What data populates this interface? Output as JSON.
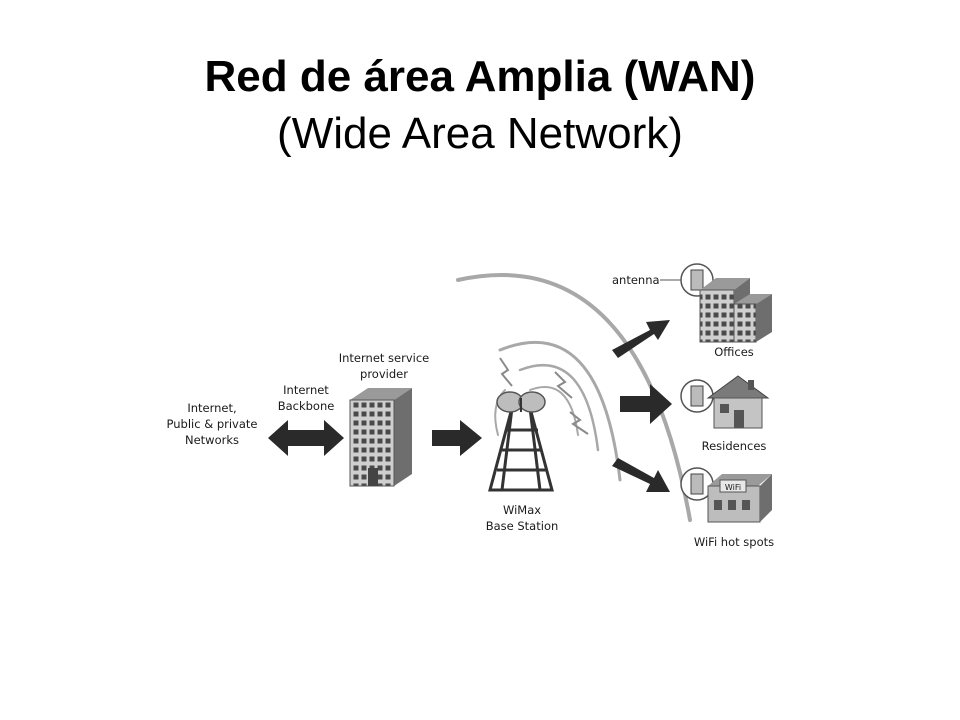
{
  "slide": {
    "title": "Red de área Amplia (WAN)",
    "subtitle": "(Wide Area Network)"
  },
  "diagram": {
    "labels": {
      "internet_line1": "Internet,",
      "internet_line2": "Public & private",
      "internet_line3": "Networks",
      "backbone_line1": "Internet",
      "backbone_line2": "Backbone",
      "isp_line1": "Internet service",
      "isp_line2": "provider",
      "wimax_line1": "WiMax",
      "wimax_line2": "Base Station",
      "antenna": "antenna",
      "offices": "Offices",
      "residences": "Residences",
      "wifi_hotspots": "WiFi hot spots",
      "wifi_sign": "WiFi"
    }
  }
}
